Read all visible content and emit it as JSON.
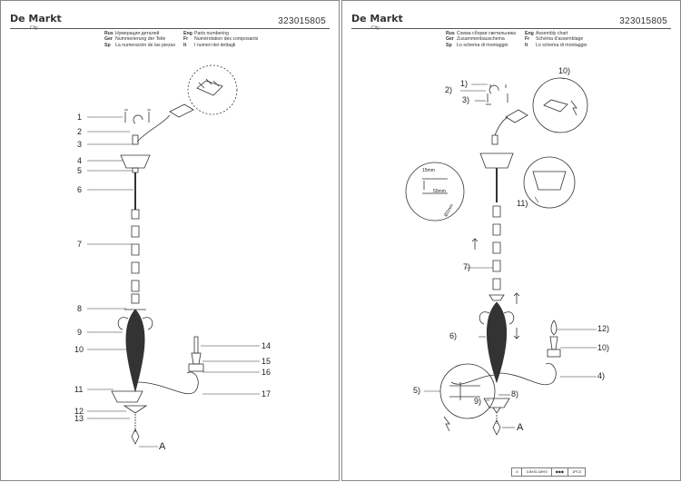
{
  "brand": {
    "name": "De Markt",
    "sub": "City"
  },
  "product_code": "323015805",
  "left_page": {
    "languages": [
      {
        "code": "Rus",
        "text": "Нумерация деталей"
      },
      {
        "code": "Ger",
        "text": "Nummerierung der Teile"
      },
      {
        "code": "Sp",
        "text": "La numeración de las piezas"
      },
      {
        "code": "Eng",
        "text": "Parts numbering"
      },
      {
        "code": "Fr",
        "text": "Numérotation des composants"
      },
      {
        "code": "It",
        "text": "I numeri dei dettagli"
      }
    ],
    "part_numbers": [
      "1",
      "2",
      "3",
      "4",
      "5",
      "6",
      "7",
      "8",
      "9",
      "10",
      "11",
      "12",
      "13",
      "14",
      "15",
      "16",
      "17"
    ],
    "end_label": "A"
  },
  "right_page": {
    "languages": [
      {
        "code": "Rus",
        "text": "Схема сборки светильника"
      },
      {
        "code": "Ger",
        "text": "Zusammenbauschema"
      },
      {
        "code": "Sp",
        "text": "Lo schema di montaggio"
      },
      {
        "code": "Eng",
        "text": "Assembly chart"
      },
      {
        "code": "Fr",
        "text": "Schéma d'assemblage"
      },
      {
        "code": "It",
        "text": "Lo schema di montaggio"
      }
    ],
    "callouts": [
      "1)",
      "2)",
      "3)",
      "10)",
      "7)",
      "11)",
      "12)",
      "10)",
      "6)",
      "4)",
      "5)",
      "8)",
      "9)",
      "A"
    ],
    "dimensions": [
      "15mm",
      "50mm",
      "Ø2mm"
    ],
    "footer": [
      "4",
      "3-ВНЗ-3ИНЗ",
      "1PC3"
    ]
  }
}
